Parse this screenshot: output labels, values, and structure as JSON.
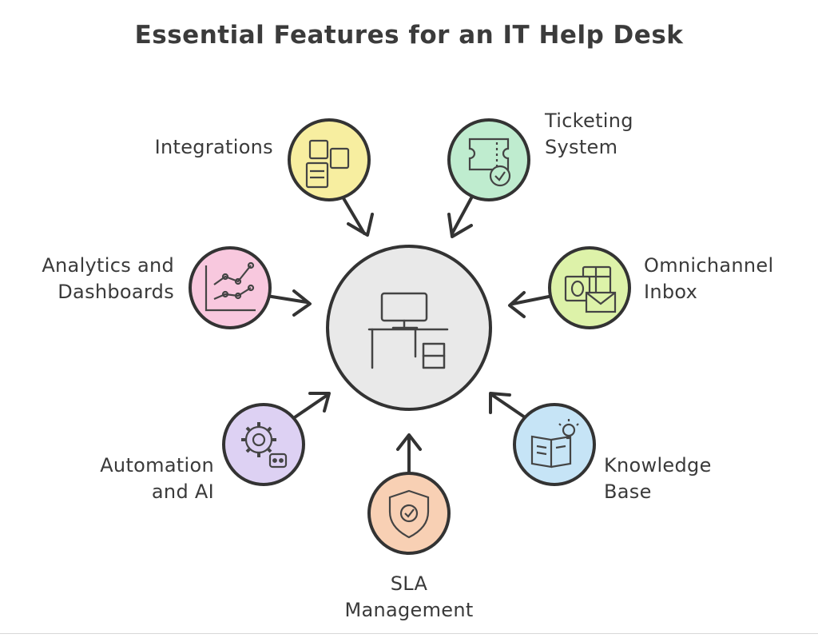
{
  "title": "Essential Features for an IT Help Desk",
  "center": {
    "icon": "desk-computer-icon",
    "color": "#e8e8e8"
  },
  "features": [
    {
      "id": "integrations",
      "lines": [
        "Integrations"
      ],
      "icon": "puzzle-pieces-icon",
      "color": "#f7eea0"
    },
    {
      "id": "ticketing",
      "lines": [
        "Ticketing",
        "System"
      ],
      "icon": "ticket-check-icon",
      "color": "#bfeccf"
    },
    {
      "id": "analytics",
      "lines": [
        "Analytics and",
        "Dashboards"
      ],
      "icon": "line-chart-icon",
      "color": "#f8c8de"
    },
    {
      "id": "omnichannel",
      "lines": [
        "Omnichannel",
        "Inbox"
      ],
      "icon": "mail-inbox-icon",
      "color": "#ddf2a9"
    },
    {
      "id": "automation",
      "lines": [
        "Automation",
        "and AI"
      ],
      "icon": "gear-robot-icon",
      "color": "#ddd1f3"
    },
    {
      "id": "knowledge",
      "lines": [
        "Knowledge",
        "Base"
      ],
      "icon": "book-bulb-icon",
      "color": "#c6e4f6"
    },
    {
      "id": "sla",
      "lines": [
        "SLA",
        "Management"
      ],
      "icon": "shield-check-icon",
      "color": "#f8d0b4"
    }
  ]
}
